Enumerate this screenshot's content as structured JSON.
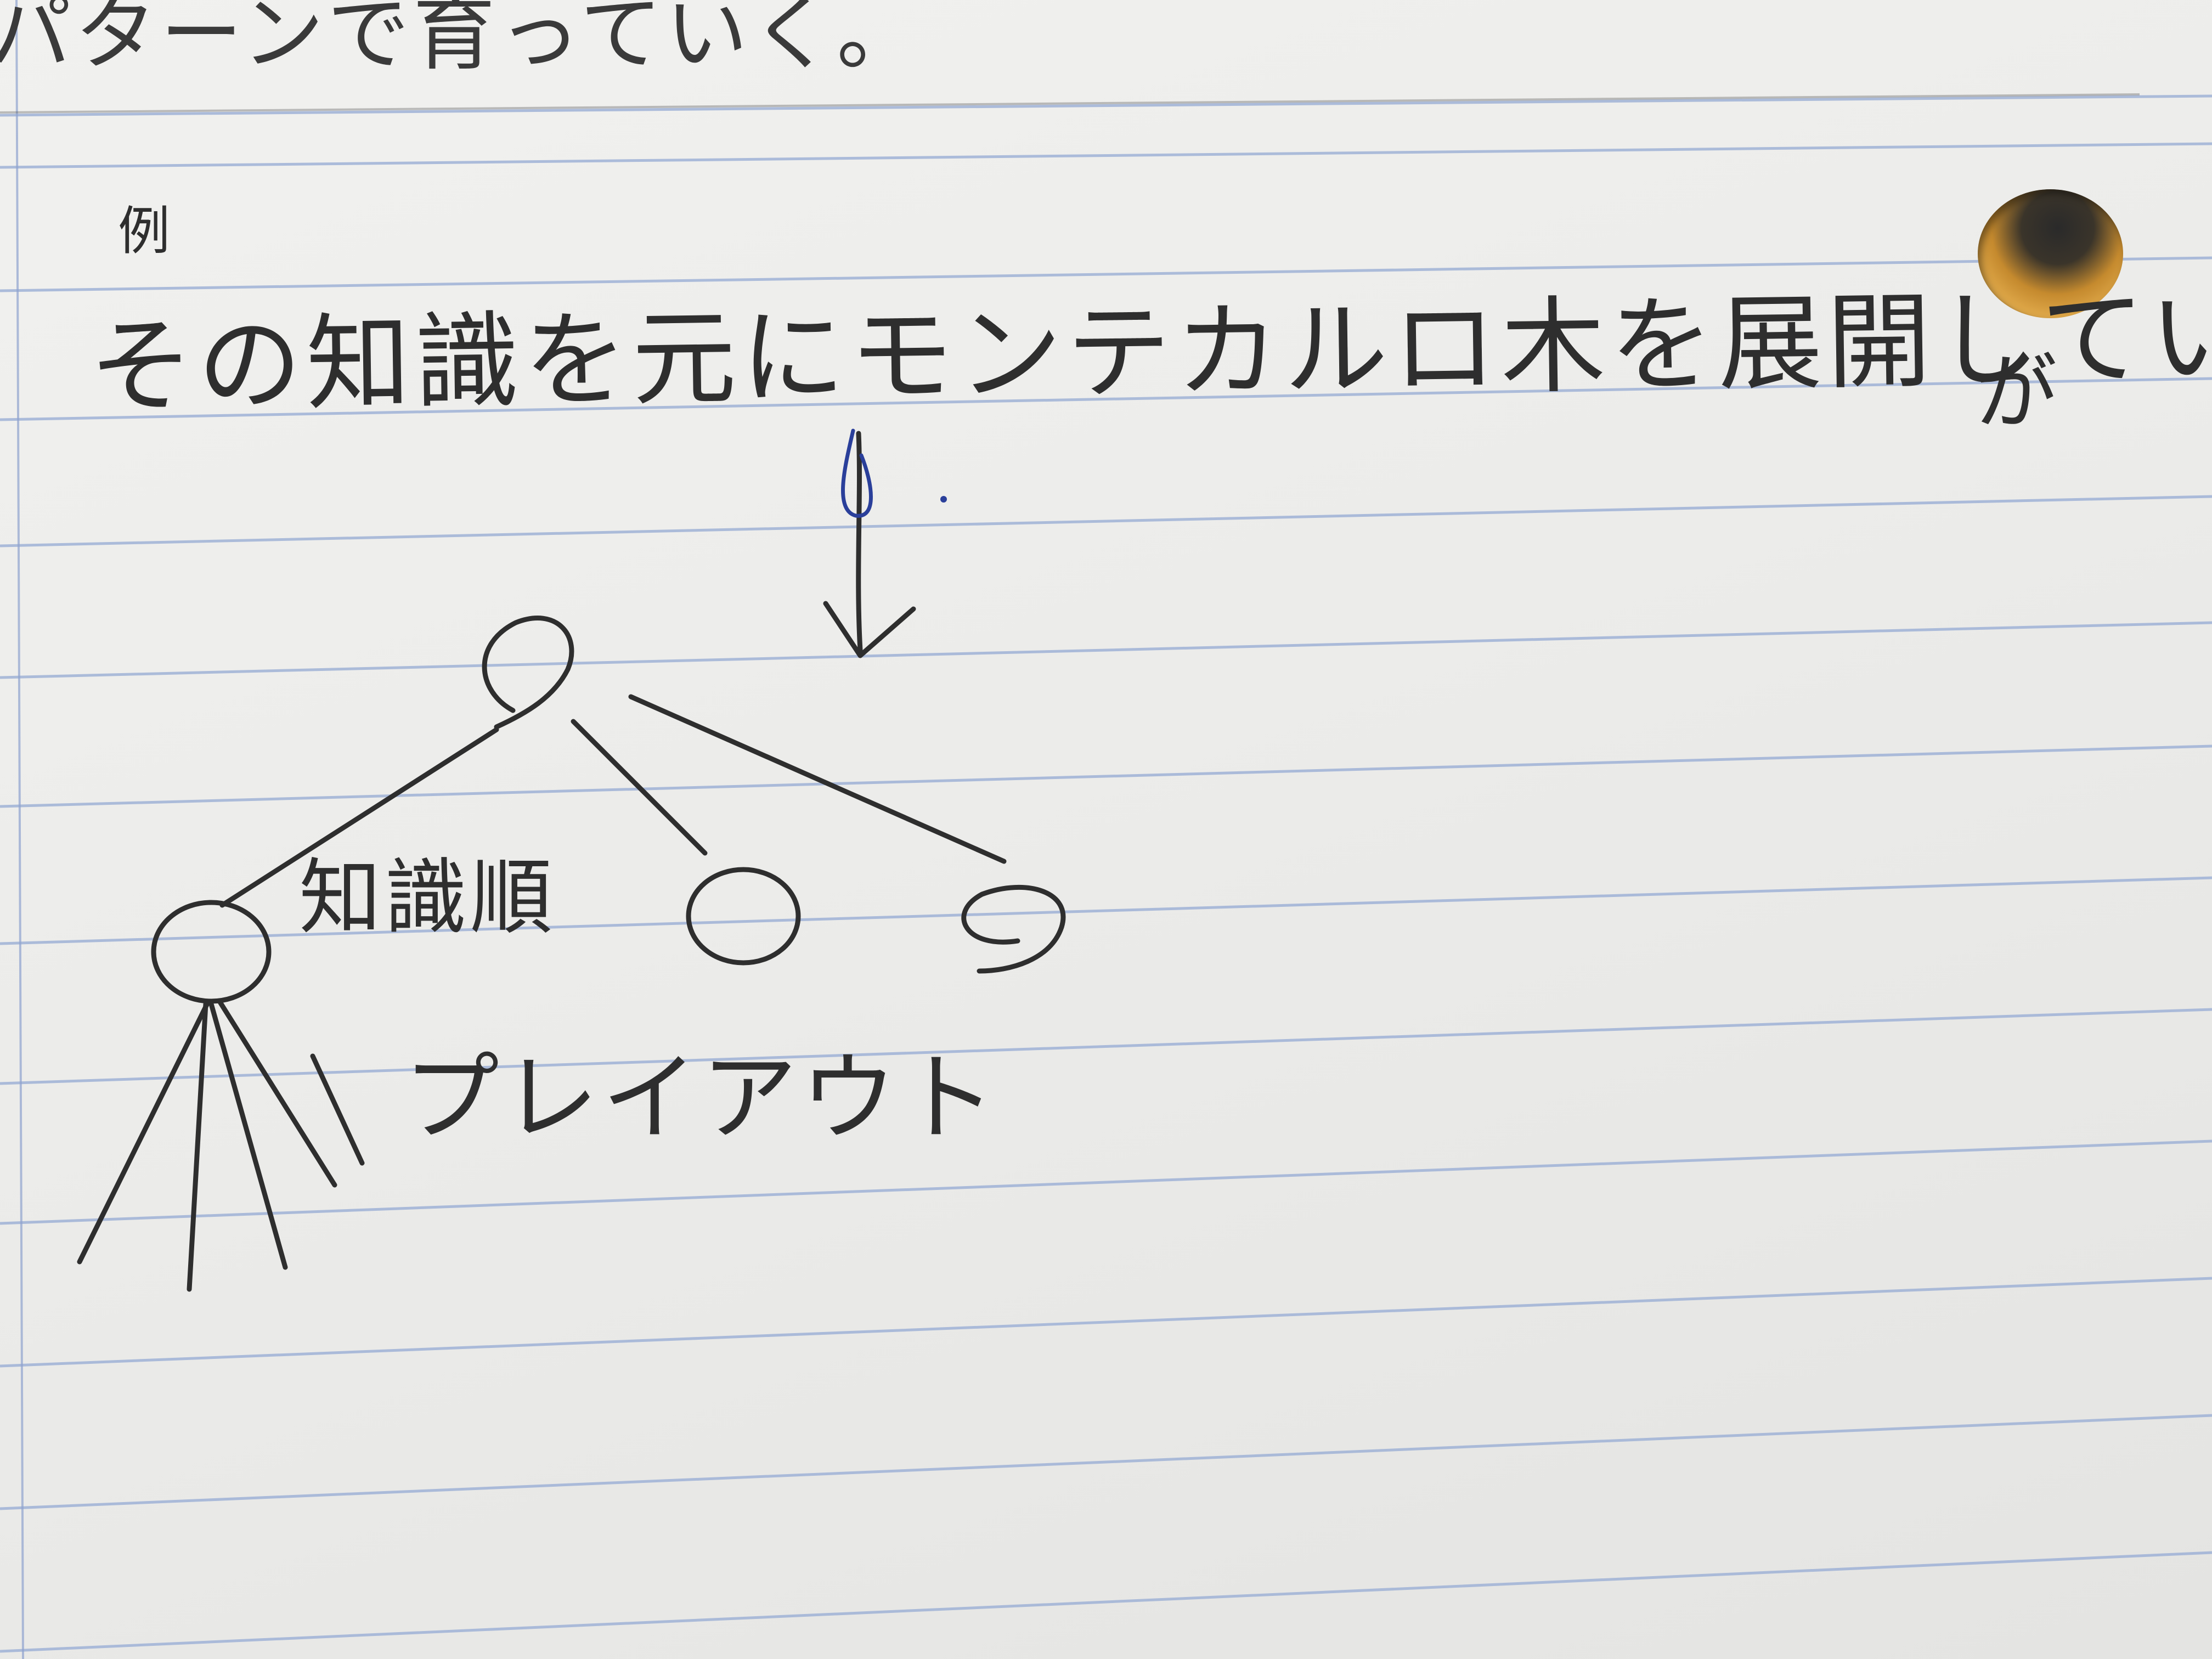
{
  "notebook_page": {
    "top_partial_text": "パターンで育っていく。",
    "small_mark_text": "例",
    "main_line_text": "その知識を元にモンテカルロ木を展開していくか",
    "trailing_text": "が",
    "edge_label_text": "知識順",
    "playout_label_text": "プレイアウト"
  },
  "colors": {
    "paper": "#efefed",
    "rule_line": "#9fb1d6",
    "margin_line": "#8fa3cf",
    "pencil": "#2e2e2e",
    "blue_ink": "#2a3f9a"
  }
}
